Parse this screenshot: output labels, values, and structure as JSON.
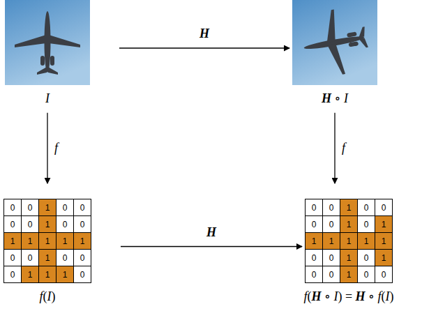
{
  "diagram": {
    "nodes": [
      {
        "text": [
          "I"
        ]
      },
      {
        "text": [
          "H ∘ I"
        ]
      },
      {
        "text": [
          "f(I)"
        ]
      },
      {
        "text": [
          "f(H ∘ I) = H ∘ f(I)"
        ]
      }
    ],
    "edges": [
      {
        "from": 0,
        "to": 1,
        "arrow": "to",
        "label": "H"
      },
      {
        "from": 0,
        "to": 2,
        "arrow": "to",
        "label": "f"
      },
      {
        "from": 1,
        "to": 3,
        "arrow": "to",
        "label": "f"
      },
      {
        "from": 2,
        "to": 3,
        "arrow": "to",
        "label": "H"
      }
    ],
    "labels": [
      "0",
      "0",
      "1",
      "0",
      "0",
      "0",
      "0",
      "1",
      "0",
      "0",
      "1",
      "1",
      "1",
      "1",
      "1",
      "0",
      "0",
      "1",
      "0",
      "0",
      "0",
      "1",
      "1",
      "1",
      "0",
      "0",
      "0",
      "1",
      "0",
      "0",
      "0",
      "0",
      "1",
      "0",
      "1",
      "1",
      "1",
      "1",
      "1",
      "1",
      "0",
      "0",
      "1",
      "0",
      "1",
      "0",
      "0",
      "1",
      "0",
      "0"
    ]
  }
}
